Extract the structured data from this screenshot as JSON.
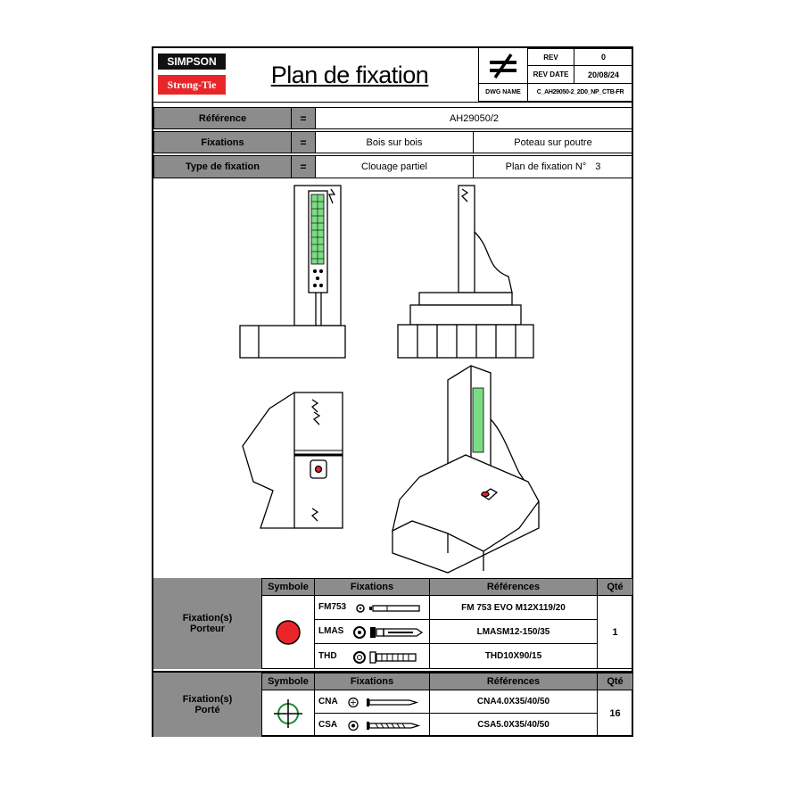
{
  "brand": {
    "top": "SIMPSON",
    "bottom": "Strong-Tie",
    "red": "#e8262a"
  },
  "title": "Plan de fixation",
  "rev": {
    "rev_label": "REV",
    "rev_value": "0",
    "date_label": "REV DATE",
    "date_value": "20/08/24",
    "dwg_label": "DWG NAME",
    "dwg_value": "C_AH29050-2_2D0_NP_CTB-FR"
  },
  "info": {
    "reference_label": "Référence",
    "reference_value": "AH29050/2",
    "fixations_label": "Fixations",
    "fixations_value_1": "Bois sur bois",
    "fixations_value_2": "Poteau sur poutre",
    "type_label": "Type de fixation",
    "type_value": "Clouage partiel",
    "plan_label": "Plan de fixation N°",
    "plan_value": "3",
    "equals": "="
  },
  "porteur": {
    "label_line1": "Fixation(s)",
    "label_line2": "Porteur",
    "headers": {
      "symbole": "Symbole",
      "fixations": "Fixations",
      "references": "Références",
      "qte": "Qté"
    },
    "rows": [
      {
        "code": "FM753",
        "reference": "FM 753 EVO M12X119/20"
      },
      {
        "code": "LMAS",
        "reference": "LMASM12-150/35"
      },
      {
        "code": "THD",
        "reference": "THD10X90/15"
      }
    ],
    "qty": "1",
    "symbol_color": "#e8262a"
  },
  "porte": {
    "label_line1": "Fixation(s)",
    "label_line2": "Porté",
    "headers": {
      "symbole": "Symbole",
      "fixations": "Fixations",
      "references": "Références",
      "qte": "Qté"
    },
    "rows": [
      {
        "code": "CNA",
        "reference": "CNA4.0X35/40/50"
      },
      {
        "code": "CSA",
        "reference": "CSA5.0X35/40/50"
      }
    ],
    "qty": "16",
    "symbol_color": "#1a8a2e"
  }
}
